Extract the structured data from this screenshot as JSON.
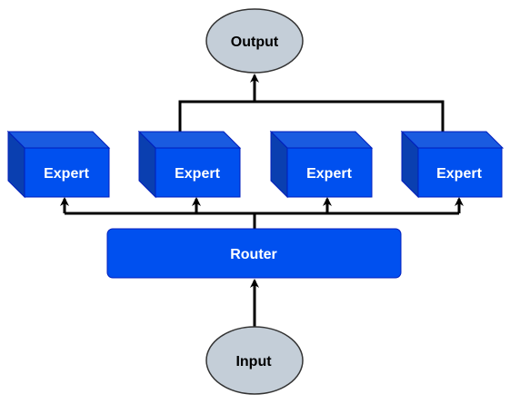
{
  "diagram": {
    "output_node": {
      "label": "Output"
    },
    "input_node": {
      "label": "Input"
    },
    "router": {
      "label": "Router"
    },
    "experts": [
      {
        "label": "Expert"
      },
      {
        "label": "Expert"
      },
      {
        "label": "Expert"
      },
      {
        "label": "Expert"
      }
    ],
    "colors": {
      "expert_front": "#0050EF",
      "expert_top": "#1A5BE0",
      "expert_side": "#0A3FB0",
      "expert_border": "#001DBC",
      "router_fill": "#0050EF",
      "router_border": "#001DBC",
      "ellipse_fill": "#C4CED8",
      "ellipse_border": "#333333",
      "connector": "#000000",
      "white_text": "#FFFFFF",
      "dark_text": "#000000"
    }
  }
}
